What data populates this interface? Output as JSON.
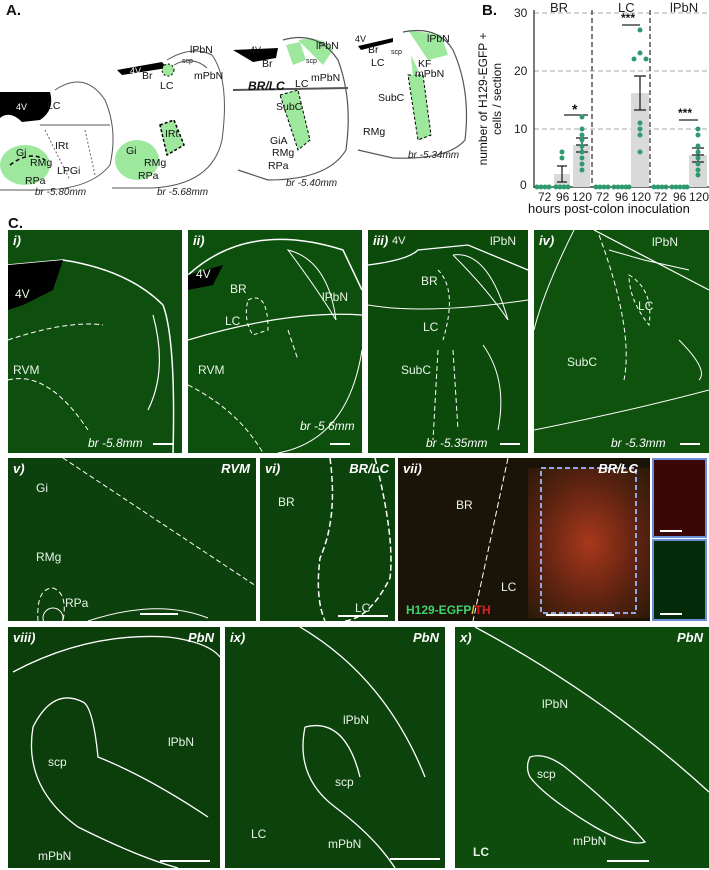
{
  "panels": {
    "A": {
      "label": "A.",
      "sections": [
        {
          "br": "br -5.80mm",
          "labels": [
            "4V",
            "LC",
            "IRt",
            "Gi",
            "RMg",
            "LPGi",
            "RPa"
          ]
        },
        {
          "br": "br -5.68mm",
          "labels": [
            "4V",
            "lPbN",
            "scp",
            "Br",
            "mPbN",
            "LC",
            "IRt",
            "Gi",
            "RMg",
            "RPa"
          ]
        },
        {
          "br": "br -5.40mm",
          "labels": [
            "4V",
            "lPbN",
            "Br",
            "scp",
            "LC",
            "mPbN",
            "BR/LC",
            "SubC",
            "GiA",
            "RMg",
            "RPa"
          ]
        },
        {
          "br": "br -5.34mm",
          "labels": [
            "4V",
            "lPbN",
            "Br",
            "scp",
            "LC",
            "KF",
            "mPbN",
            "SubC",
            "RMg"
          ]
        }
      ]
    },
    "B": {
      "label": "B.",
      "ylabel_line1": "number of H129-EGFP +",
      "ylabel_line2": "cells / section",
      "xlabel": "hours post-colon inoculation",
      "groups": [
        "BR",
        "LC",
        "lPbN"
      ],
      "yticks": [
        "0",
        "10",
        "20",
        "30"
      ],
      "xticks": [
        "72",
        "96",
        "120",
        "72",
        "96",
        "120",
        "72",
        "96",
        "120"
      ],
      "significance": [
        "*",
        "***",
        "***"
      ]
    },
    "C": {
      "label": "C.",
      "row1": [
        {
          "roman": "i)",
          "br": "br -5.8mm",
          "labels": [
            "4V",
            "RVM"
          ]
        },
        {
          "roman": "ii)",
          "br": "br -5.6mm",
          "labels": [
            "4V",
            "BR",
            "LC",
            "lPbN",
            "RVM"
          ]
        },
        {
          "roman": "iii)",
          "br": "br -5.35mm",
          "labels": [
            "4V",
            "lPbN",
            "BR",
            "LC",
            "SubC"
          ]
        },
        {
          "roman": "iv)",
          "br": "br -5.3mm",
          "labels": [
            "lPbN",
            "LC",
            "SubC"
          ]
        }
      ],
      "row2": [
        {
          "roman": "v)",
          "region": "RVM",
          "labels": [
            "Gi",
            "RMg",
            "RPa"
          ]
        },
        {
          "roman": "vi)",
          "region": "BR/LC",
          "labels": [
            "BR",
            "LC"
          ]
        },
        {
          "roman": "vii)",
          "region": "BR/LC",
          "labels": [
            "BR",
            "LC"
          ],
          "legend_green": "H129-EGFP",
          "legend_sep": "/",
          "legend_red": "TH"
        }
      ],
      "row3": [
        {
          "roman": "viii)",
          "region": "PbN",
          "labels": [
            "lPbN",
            "scp",
            "mPbN"
          ]
        },
        {
          "roman": "ix)",
          "region": "PbN",
          "labels": [
            "lPbN",
            "scp",
            "LC",
            "mPbN"
          ]
        },
        {
          "roman": "x)",
          "region": "PbN",
          "labels": [
            "lPbN",
            "scp",
            "LC",
            "mPbN"
          ]
        }
      ]
    }
  },
  "colors": {
    "dot": "#2e9a6e",
    "bar": "#d9d9d9",
    "atlas_fill": "#9ee89e",
    "tissue": "#0d4a0d",
    "inset_border": "#6b8fd6"
  },
  "chart_data": {
    "type": "bar",
    "title": "",
    "xlabel": "hours post-colon inoculation",
    "ylabel": "number of H129-EGFP + cells / section",
    "ylim": [
      0,
      30
    ],
    "grid": true,
    "facets": [
      "BR",
      "LC",
      "lPbN"
    ],
    "categories": [
      "72",
      "96",
      "120"
    ],
    "series": [
      {
        "name": "BR",
        "means": [
          0,
          2.2,
          7.3
        ],
        "sem": [
          0,
          1.4,
          1.1
        ],
        "points": {
          "72": [
            0,
            0,
            0,
            0
          ],
          "96": [
            0,
            0,
            0,
            0,
            5,
            6
          ],
          "120": [
            3,
            4,
            5,
            6,
            7,
            8,
            9,
            10,
            12
          ]
        },
        "significance": "*"
      },
      {
        "name": "LC",
        "means": [
          0,
          0,
          16.2
        ],
        "sem": [
          0,
          0,
          2.9
        ],
        "points": {
          "72": [
            0,
            0,
            0,
            0
          ],
          "96": [
            0,
            0,
            0,
            0,
            0
          ],
          "120": [
            6,
            9,
            10,
            11,
            22,
            22,
            23,
            27
          ]
        },
        "significance": "***"
      },
      {
        "name": "lPbN",
        "means": [
          0,
          0,
          5.5
        ],
        "sem": [
          0,
          0,
          1.2
        ],
        "points": {
          "72": [
            0,
            0,
            0,
            0
          ],
          "96": [
            0,
            0,
            0,
            0,
            0
          ],
          "120": [
            2,
            3,
            4,
            5,
            6,
            7,
            9,
            10
          ]
        },
        "significance": "***"
      }
    ]
  }
}
